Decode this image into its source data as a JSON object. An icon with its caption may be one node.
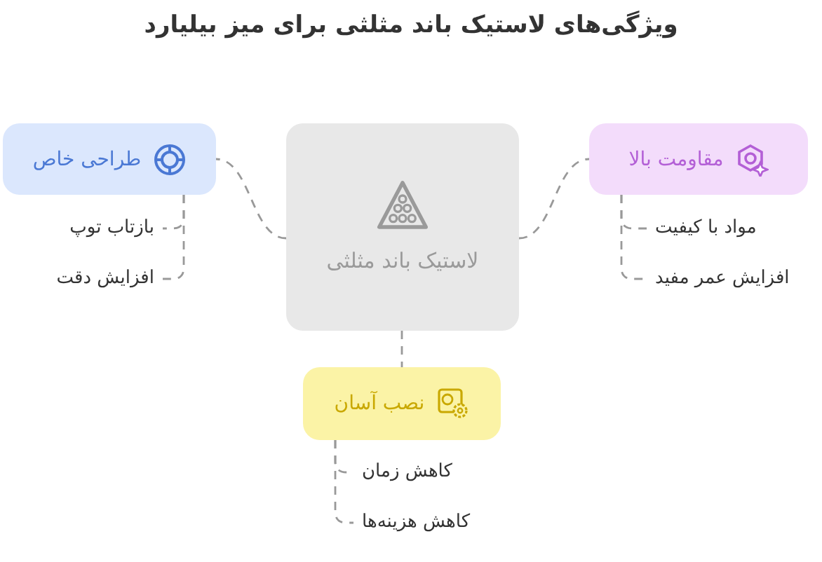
{
  "diagram": {
    "title": "ویژگی‌های لاستیک باند مثلثی برای میز بیلیارد",
    "nodes": [
      {
        "text": [
          "طراحی خاص"
        ]
      },
      {
        "text": [
          "بازتاب توپ"
        ]
      },
      {
        "text": [
          "افزایش دقت"
        ]
      },
      {
        "text": [
          "لاستیک باند مثلثی"
        ]
      },
      {
        "text": [
          "مقاومت بالا"
        ]
      },
      {
        "text": [
          "مواد با کیفیت"
        ]
      },
      {
        "text": [
          "افزایش عمر مفید"
        ]
      },
      {
        "text": [
          "نصب آسان"
        ]
      },
      {
        "text": [
          "کاهش زمان"
        ]
      },
      {
        "text": [
          "کاهش هزینه‌ها"
        ]
      }
    ],
    "edges": [
      {
        "from": 3,
        "to": 0,
        "arrow": "none",
        "style": "dashed"
      },
      {
        "from": 3,
        "to": 4,
        "arrow": "none",
        "style": "dashed"
      },
      {
        "from": 3,
        "to": 7,
        "arrow": "none",
        "style": "dashed"
      },
      {
        "from": 0,
        "to": 1,
        "arrow": "none",
        "style": "dashed"
      },
      {
        "from": 0,
        "to": 2,
        "arrow": "none",
        "style": "dashed"
      },
      {
        "from": 4,
        "to": 5,
        "arrow": "none",
        "style": "dashed"
      },
      {
        "from": 4,
        "to": 6,
        "arrow": "none",
        "style": "dashed"
      },
      {
        "from": 7,
        "to": 8,
        "arrow": "none",
        "style": "dashed"
      },
      {
        "from": 7,
        "to": 9,
        "arrow": "none",
        "style": "dashed"
      }
    ]
  }
}
